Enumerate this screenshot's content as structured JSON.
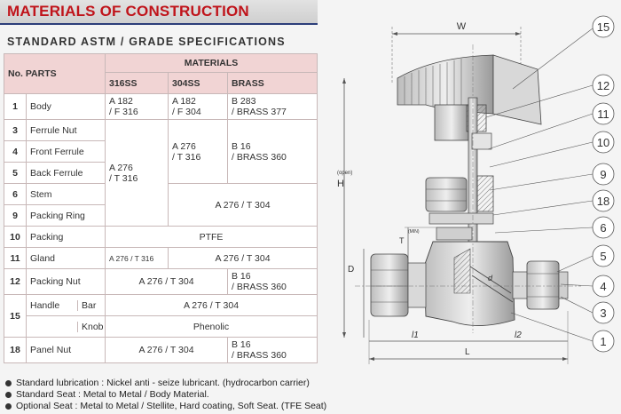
{
  "header": {
    "title": "MATERIALS OF CONSTRUCTION",
    "subtitle": "STANDARD ASTM / GRADE SPECIFICATIONS"
  },
  "table": {
    "col_no_parts": "No. PARTS",
    "col_materials": "MATERIALS",
    "materials": [
      "316SS",
      "304SS",
      "BRASS"
    ],
    "rows": {
      "r1": {
        "no": "1",
        "part": "Body",
        "ss316": "A 182\n/ F 316",
        "ss304": "A 182\n/ F 304",
        "brass": "B 283\n/ BRASS 377"
      },
      "r3": {
        "no": "3",
        "part": "Ferrule Nut"
      },
      "r4": {
        "no": "4",
        "part": "Front Ferrule"
      },
      "r5": {
        "no": "5",
        "part": "Back Ferrule"
      },
      "r6": {
        "no": "6",
        "part": "Stem"
      },
      "r9": {
        "no": "9",
        "part": "Packing Ring"
      },
      "r10": {
        "no": "10",
        "part": "Packing",
        "all": "PTFE"
      },
      "r11": {
        "no": "11",
        "part": "Gland",
        "ss316": "A 276 / T 316",
        "rest": "A 276 / T 304"
      },
      "r12": {
        "no": "12",
        "part": "Packing Nut",
        "ss": "A 276 / T 304",
        "brass": "B 16\n/ BRASS 360"
      },
      "r15": {
        "no": "15",
        "part": "Handle",
        "sub1": "Bar",
        "sub1_val": "A 276 / T 304",
        "sub2": "Knob",
        "sub2_val": "Phenolic"
      },
      "r18": {
        "no": "18",
        "part": "Panel Nut",
        "ss": "A 276 / T 304",
        "brass": "B 16\n/ BRASS 360"
      }
    },
    "merged": {
      "ss316_3to9": "A 276\n/ T 316",
      "ss304_3to5": "A 276\n/ T 316",
      "brass_3to5": "B 16\n/ BRASS 360",
      "ss304brass_6to9": "A 276 / T 304"
    }
  },
  "notes": [
    "Standard lubrication : Nickel anti - seize lubricant. (hydrocarbon carrier)",
    "Standard Seat : Metal to Metal / Body Material.",
    "Optional Seat : Metal to Metal / Stellite, Hard coating, Soft Seat. (TFE Seat)"
  ],
  "drawing": {
    "dims": {
      "W": "W",
      "H": "H",
      "H_sub": "(open)",
      "T": "T",
      "T_sub": "(MIN)",
      "D": "D",
      "d": "d",
      "l1": "l1",
      "l2": "l2",
      "L": "L"
    },
    "callouts": [
      "15",
      "12",
      "11",
      "10",
      "9",
      "18",
      "6",
      "5",
      "4",
      "3",
      "1"
    ]
  }
}
